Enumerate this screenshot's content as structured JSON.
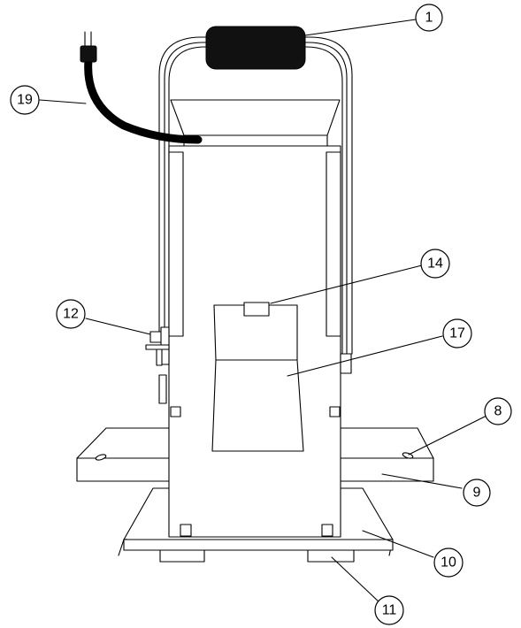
{
  "callouts": [
    {
      "id": "1",
      "label": "1"
    },
    {
      "id": "19",
      "label": "19"
    },
    {
      "id": "14",
      "label": "14"
    },
    {
      "id": "12",
      "label": "12"
    },
    {
      "id": "17",
      "label": "17"
    },
    {
      "id": "8",
      "label": "8"
    },
    {
      "id": "9",
      "label": "9"
    },
    {
      "id": "10",
      "label": "10"
    },
    {
      "id": "11",
      "label": "11"
    }
  ],
  "colors": {
    "line": "#000000",
    "background": "#ffffff",
    "handle_grip": "#111111"
  }
}
